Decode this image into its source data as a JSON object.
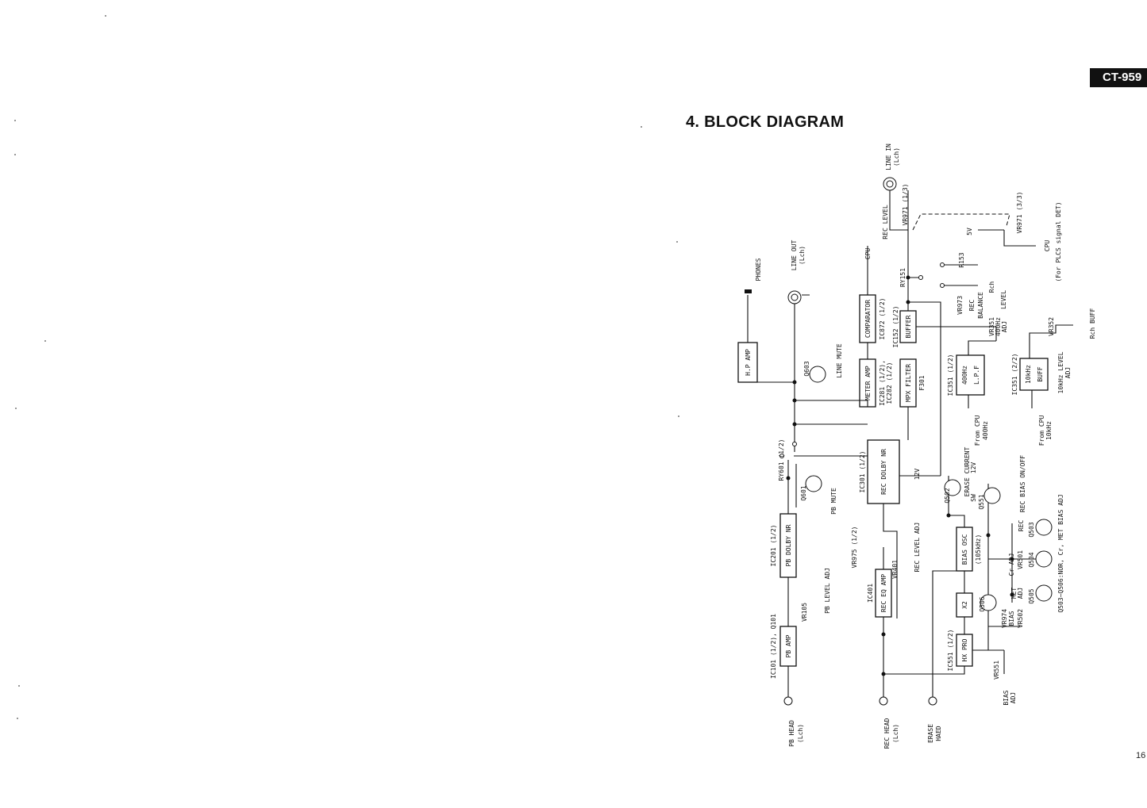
{
  "header": {
    "title": "4.  BLOCK DIAGRAM",
    "model_badge": "CT-959",
    "page_number": "16"
  },
  "labels": {
    "phones": "PHONES",
    "hp_amp": "H.P AMP",
    "line_out": "LINE OUT",
    "line_out_ch": "(Lch)",
    "line_mute": "LINE MUTE",
    "q603": "Q603",
    "comparator": "COMPARATOR",
    "cpu_top": "CPU",
    "ic872": "IC872 (1/2)",
    "meter_amp": "METER AMP",
    "ic281": "IC281 (1/2),",
    "ic282": "IC282 (1/2)",
    "ic152": "IC152 (1/2)",
    "buffer": "BUFFER",
    "mpx_filter": "MPX FILTER",
    "f301": "F301",
    "rec_level": "REC LEVEL",
    "ry151": "RY151",
    "line_in": "LINE IN",
    "line_in_ch": "(Lch)",
    "vr971_1": "VR971 (1/3)",
    "vr971_3": "VR971 (3/3)",
    "v5": "5V",
    "cpu_right": "CPU",
    "plcs": "(For PLCS signal DET)",
    "r153": "R153",
    "vr973": "VR973",
    "rec_bal1": "REC",
    "rec_bal2": "BALANCE",
    "rch": "Rch",
    "level": "LEVEL",
    "vr351": "VR351",
    "vr351_f": "400Hz",
    "vr351_adj": "ADJ",
    "ic351_1": "IC351 (1/2)",
    "lpf_f": "400Hz",
    "lpf": "L.P.F",
    "from_cpu_1": "From CPU",
    "from_cpu_1f": "400Hz",
    "ic351_2": "IC351 (2/2)",
    "buff_f": "10kHz",
    "buff": "BUFF",
    "vr352": "VR352",
    "lvl10k": "10kHz LEVEL",
    "lvl10k_adj": "ADJ",
    "rch_buff": "Rch BUFF",
    "from_cpu_2": "From CPU",
    "from_cpu_2f": "10kHz",
    "ry601": "RY601 (1/2)",
    "ic301": "IC301 (1/2)",
    "rec_dolby": "REC DOLBY NR",
    "v12a": "12V",
    "erase_current": "ERASE CURRENT",
    "erase_sw": "SW",
    "v12b": "12V",
    "q551": "Q551",
    "rec_bias_onoff": "REC BIAS ON/OFF",
    "q502": "Q502",
    "q601": "Q601",
    "pb_mute": "PB MUTE",
    "ic201": "IC201 (1/2)",
    "pb_dolby": "PB DOLBY NR",
    "vr105": "VR105",
    "pb_level_adj": "PB LEVEL ADJ",
    "ic101": "IC101 (1/2), Q101",
    "pb_amp": "PB AMP",
    "pb_head": "PB HEAD",
    "pb_head_ch": "(Lch)",
    "vr975": "VR975 (1/2)",
    "rec_level_adj": "REC LEVEL ADJ",
    "ic401": "IC401",
    "rec_eq_amp": "REC EQ AMP",
    "vr401": "VR401",
    "bias_osc": "BIAS OSC",
    "bias_osc_f": "(105kHz)",
    "x2": "X2",
    "ic551": "IC551 (1/2)",
    "hx_pro": "HX PRO",
    "rec_head": "REC HEAD",
    "rec_head_ch": "(Lch)",
    "erase": "ERASE",
    "erase_head": "HAED",
    "rec": "REC",
    "q503": "Q503",
    "cr_adj": "Cr  ADJ",
    "vr501": "VR501",
    "q504": "Q504",
    "met_adj1": "MET",
    "met_adj2": "ADJ",
    "q505": "Q505",
    "q506": "Q506",
    "vr974": "VR974",
    "bias": "BIAS",
    "vr502": "VR502",
    "q503_506": "Q503~Q506:NOR, Cr, MET BIAS ADJ",
    "vr551": "VR551",
    "bias_adj1": "BIAS",
    "bias_adj2": "ADJ"
  }
}
